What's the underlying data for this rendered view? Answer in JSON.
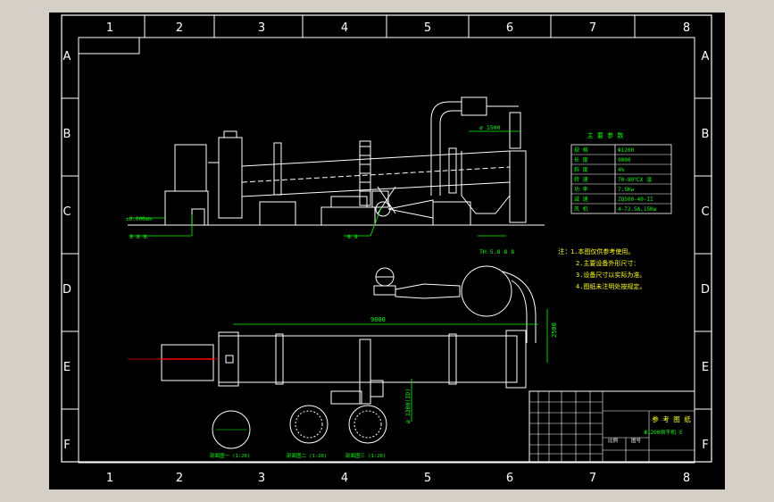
{
  "zones": {
    "columns": [
      "1",
      "2",
      "3",
      "4",
      "5",
      "6",
      "7",
      "8"
    ],
    "rows": [
      "A",
      "B",
      "C",
      "D",
      "E",
      "F"
    ]
  },
  "labels": {
    "elevation": "±0.000mm",
    "dim_diameter_top": "ø 1500",
    "dim_length": "9000",
    "dim_height": "2500",
    "dim_diameter_side": "ø 1200(ID)",
    "callout_a": "TH 5.8 8 8",
    "callout_b": "8 8",
    "callout_c": "8 8 8"
  },
  "param_table": {
    "title": "主 要 参 数",
    "rows": [
      {
        "label": "规 格",
        "value": "Φ1200"
      },
      {
        "label": "长 度",
        "value": "9000"
      },
      {
        "label": "斜 度",
        "value": "4%"
      },
      {
        "label": "转 速",
        "value": "70-80℃X 温"
      },
      {
        "label": "功 率",
        "value": "7.5Kw"
      },
      {
        "label": "减 速",
        "value": "ZQ500-40-II"
      },
      {
        "label": "风 机",
        "value": "4-72.5A,15Kw"
      }
    ]
  },
  "notes": {
    "lead": "注：",
    "items": [
      "1.本图仅供参考使用。",
      "2.主要设备外形尺寸：",
      "3.设备尺寸以实际为准。",
      "4.图纸未注明处按规定。"
    ]
  },
  "title_block": {
    "name": "参 考 图 纸",
    "drawing_no": "Φ1200烘干机 E",
    "scale_label": "比例",
    "sheet_label": "图号"
  },
  "section_labels": [
    "剖面图一 (1:20)",
    "剖面图二 (1:20)",
    "剖面图三 (1:20)"
  ],
  "colors": {
    "background": "#d4d0c8",
    "sheet": "#000000",
    "line": "#ffffff",
    "dimension": "#00ff00",
    "annotation": "#ffff00",
    "centerline": "#ff0000"
  }
}
